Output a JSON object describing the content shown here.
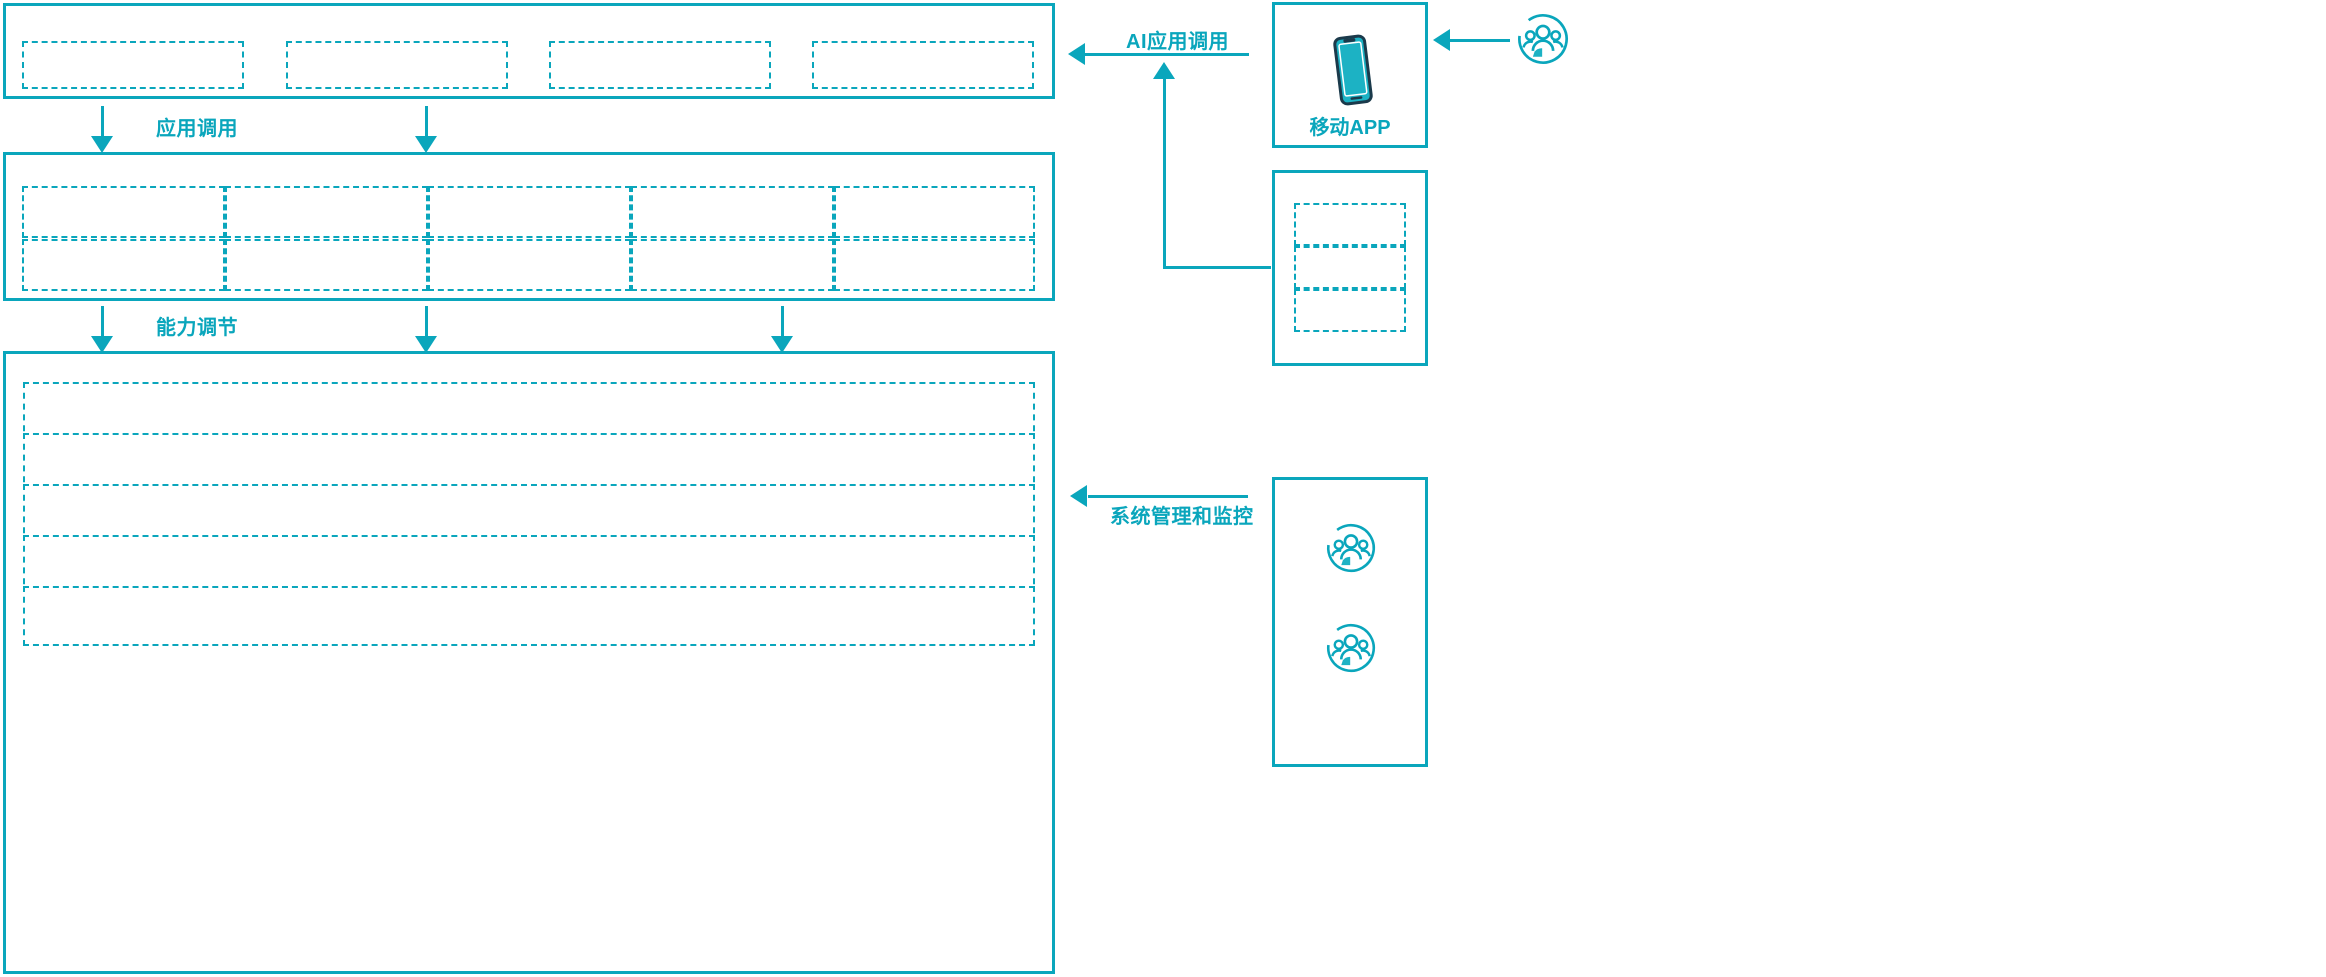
{
  "diagram": {
    "accent_color": "#0aa6bc",
    "background_color": "#ffffff",
    "title": "",
    "layers": [
      {
        "id": "application-layer",
        "name": "application-layer",
        "boxes": [
          {
            "label": ""
          },
          {
            "label": ""
          },
          {
            "label": ""
          },
          {
            "label": ""
          }
        ]
      },
      {
        "id": "capability-layer",
        "name": "capability-layer",
        "columns": [
          {
            "top": {
              "label": ""
            },
            "bottom": {
              "label": ""
            }
          },
          {
            "top": {
              "label": ""
            },
            "bottom": {
              "label": ""
            }
          },
          {
            "top": {
              "label": ""
            },
            "bottom": {
              "label": ""
            }
          },
          {
            "top": {
              "label": ""
            },
            "bottom": {
              "label": ""
            }
          },
          {
            "top": {
              "label": ""
            },
            "bottom": {
              "label": ""
            }
          }
        ]
      },
      {
        "id": "infrastructure-layer",
        "name": "infrastructure-layer",
        "rows": [
          {
            "label": ""
          },
          {
            "label": ""
          },
          {
            "label": ""
          },
          {
            "label": ""
          },
          {
            "label": ""
          }
        ]
      }
    ],
    "connectors": [
      {
        "id": "app-invoke",
        "label": "应用调用",
        "direction": "down"
      },
      {
        "id": "capability-invoke",
        "label": "能力调节",
        "direction": "down"
      },
      {
        "id": "ai-app-invoke",
        "label": "AI应用调用",
        "direction": "left"
      },
      {
        "id": "system-admin-monitor",
        "label": "系统管理和监控",
        "direction": "left"
      }
    ],
    "side_panels": [
      {
        "id": "mobile-app",
        "name": "mobile-app-tile",
        "caption": "移动APP",
        "icon": "smartphone-icon"
      },
      {
        "id": "channel-list",
        "name": "channel-list-tile",
        "caption": "",
        "items": [
          {
            "label": ""
          },
          {
            "label": ""
          },
          {
            "label": ""
          }
        ]
      },
      {
        "id": "admin-users",
        "name": "admin-users-tile",
        "caption": "",
        "icons": [
          {
            "icon": "user-group-icon",
            "label": ""
          },
          {
            "icon": "user-group-icon",
            "label": ""
          }
        ]
      }
    ],
    "actors": [
      {
        "id": "end-user",
        "name": "end-user-actor",
        "icon": "user-group-icon",
        "label": ""
      }
    ]
  }
}
